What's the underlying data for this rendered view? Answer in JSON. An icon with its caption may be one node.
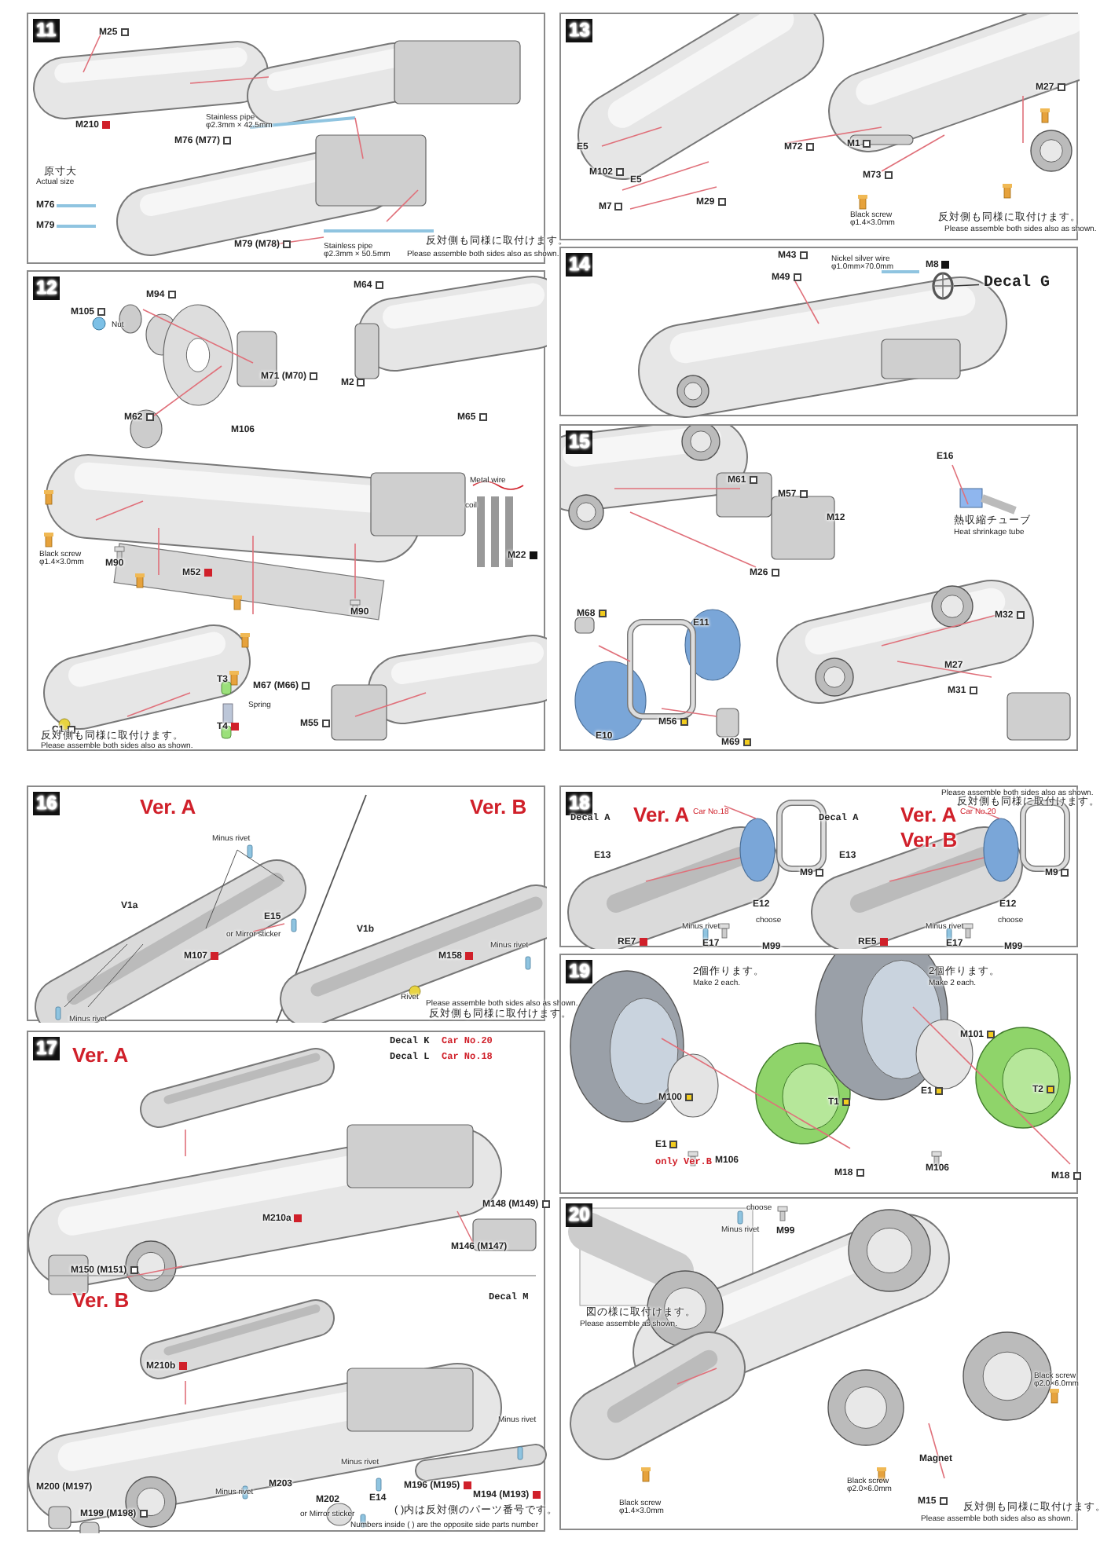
{
  "diagram": {
    "nodes": [
      {
        "text": [
          "11",
          "M25",
          "M210",
          "Stainless pipe φ2.3mm × 42.5mm",
          "M76 (M77)",
          "原寸大",
          "Actual size",
          "M76",
          "M79",
          "M79 (M78)",
          "Stainless pipe φ2.3mm × 50.5mm",
          "反対側も同様に取付けます。",
          "Please assemble both sides also as shown."
        ]
      },
      {
        "text": [
          "12",
          "M105",
          "Nut",
          "M94",
          "M71 (M70)",
          "M64",
          "M2",
          "M62",
          "M106",
          "M65",
          "Metal wire",
          "coil",
          "M22",
          "Black screw φ1.4×3.0mm",
          "M90",
          "M52",
          "M90",
          "T3",
          "M67 (M66)",
          "Spring",
          "T4",
          "C1",
          "M55",
          "反対側も同様に取付けます。",
          "Please assemble both sides also as shown."
        ]
      },
      {
        "text": [
          "13",
          "E5",
          "M102",
          "E5",
          "M7",
          "M29",
          "M72",
          "M1",
          "M73",
          "M27",
          "Black screw φ1.4×3.0mm",
          "反対側も同様に取付けます。",
          "Please assemble both sides also as shown."
        ]
      },
      {
        "text": [
          "14",
          "M43",
          "M49",
          "Nickel silver wire φ1.0mm×70.0mm",
          "M8"
        ]
      },
      {
        "text": [
          "15",
          "M61",
          "M57",
          "M12",
          "M26",
          "E16",
          "熱収縮チューブ",
          "Heat shrinkage tube",
          "M68",
          "E11",
          "E10",
          "M56",
          "M69",
          "M32",
          "M27",
          "M31"
        ]
      },
      {
        "text": [
          "16",
          "Ver. A",
          "Ver. B",
          "Minus rivet",
          "V1a",
          "E15",
          "or Mirror sticker",
          "M107",
          "Minus rivet",
          "V1b",
          "M158",
          "Minus rivet",
          "Rivet",
          "Please assemble both sides also as shown.",
          "反対側も同様に取付けます。"
        ]
      },
      {
        "text": [
          "17",
          "Ver. A",
          "Decal K",
          "Car No.20",
          "Decal L",
          "Car No.18",
          "M148 (M149)",
          "M210a",
          "M146 (M147)",
          "M150 (M151)",
          "Ver. B",
          "Decal M",
          "M210b",
          "Minus rivet",
          "Minus rivet",
          "Minus rivet",
          "M203",
          "M200 (M197)",
          "M199 (M198)",
          "M202",
          "E14",
          "or Mirror sticker",
          "M196 (M195)",
          "M194 (M193)",
          "( )内は反対側のパーツ番号です。",
          "Numbers inside ( ) are the opposite side parts number"
        ]
      },
      {
        "text": [
          "18",
          "Please assemble both sides also as shown.",
          "反対側も同様に取付けます。",
          "Decal A",
          "Ver. A",
          "Car No.18",
          "E13",
          "M9",
          "E12",
          "Minus rivet",
          "choose",
          "E17",
          "M99",
          "RE7",
          "Decal A",
          "Ver. A",
          "Car No.20",
          "Ver. B",
          "E13",
          "M9",
          "E12",
          "Minus rivet",
          "choose",
          "E17",
          "M99",
          "RE5"
        ]
      },
      {
        "text": [
          "19",
          "2個作ります。",
          "Make 2 each.",
          "2個作ります。",
          "Make 2 each.",
          "M101",
          "T2",
          "E1",
          "M100",
          "T1",
          "E1",
          "only Ver.B",
          "M106",
          "M106",
          "M18",
          "M18"
        ]
      },
      {
        "text": [
          "20",
          "choose",
          "Minus rivet",
          "M99",
          "図の様に取付けます。",
          "Please assemble as shown.",
          "Black screw φ2.0×6.0mm",
          "Magnet",
          "Black screw φ2.0×6.0mm",
          "M15",
          "Black screw φ1.4×3.0mm",
          "反対側も同様に取付けます。",
          "Please assemble both sides also as shown."
        ]
      },
      {
        "text": [
          "Decal G"
        ],
        "in": 3
      },
      {
        "text": [],
        "shape": "picture",
        "in": 3
      }
    ],
    "edges": [
      {
        "from": 10,
        "to": 11,
        "arrow": "none"
      }
    ]
  }
}
